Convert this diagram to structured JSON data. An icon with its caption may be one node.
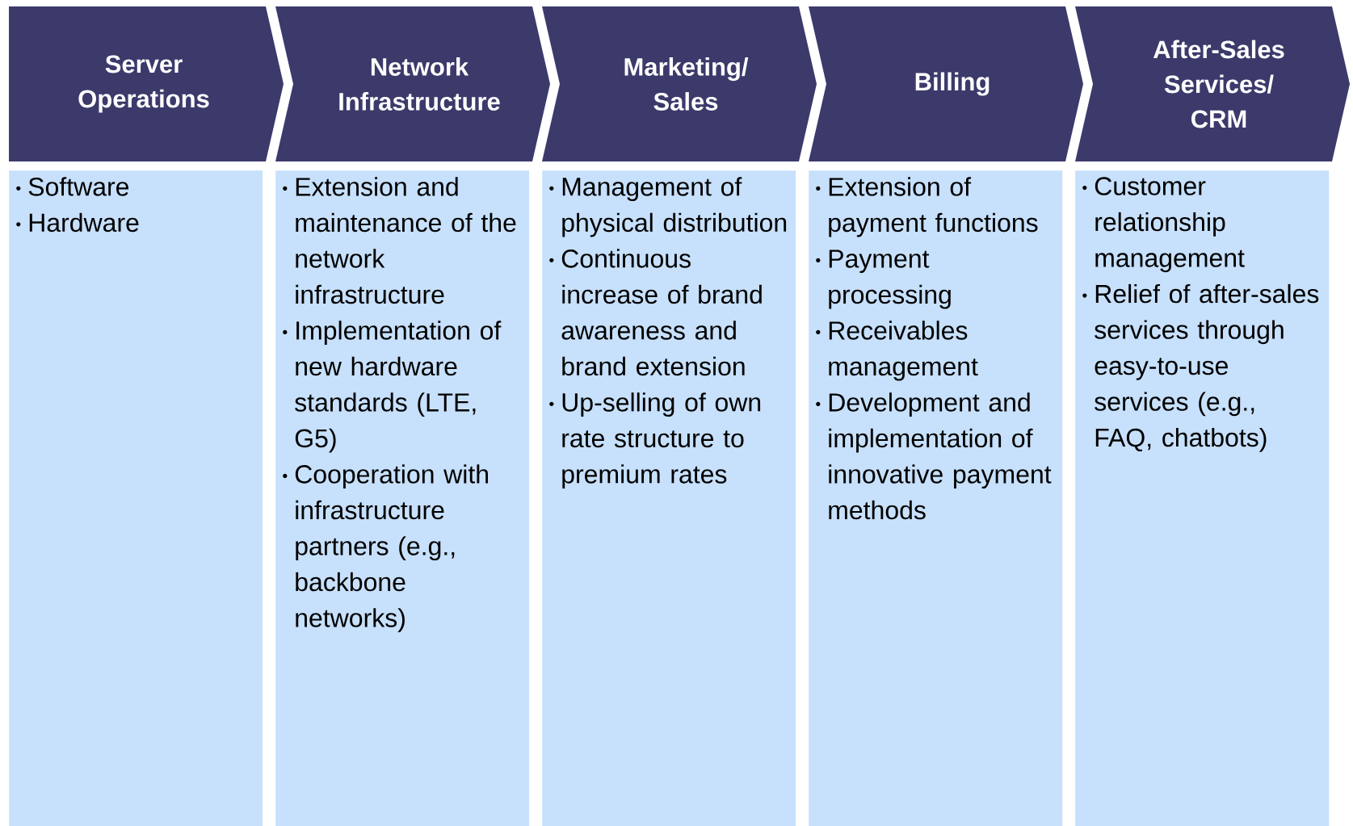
{
  "diagram": {
    "nodes": [
      {
        "text": [
          "Server Operations"
        ]
      },
      {
        "text": [
          "Network Infrastructure"
        ]
      },
      {
        "text": [
          "Marketing/ Sales"
        ]
      },
      {
        "text": [
          "Billing"
        ]
      },
      {
        "text": [
          "After-Sales Services/ CRM"
        ]
      },
      {
        "text": [
          "Software",
          "Hardware"
        ]
      },
      {
        "text": [
          "Extension and maintenance of the network infrastructure",
          "Implementation of new hardware standards (LTE, G5)",
          "Cooperation with infrastructure partners (e.g., backbone networks)"
        ]
      },
      {
        "text": [
          "Management of physical distribution",
          "Continuous increase of brand awareness and brand extension",
          "Up-selling of own rate structure to premium rates"
        ]
      },
      {
        "text": [
          "Extension of payment functions",
          "Payment processing",
          "Receivables management",
          "Development and implementation of innovative payment methods"
        ]
      },
      {
        "text": [
          "Customer relationship management",
          "Relief of after-sales services through easy-to-use services (e.g., FAQ, chatbots)"
        ]
      }
    ]
  }
}
